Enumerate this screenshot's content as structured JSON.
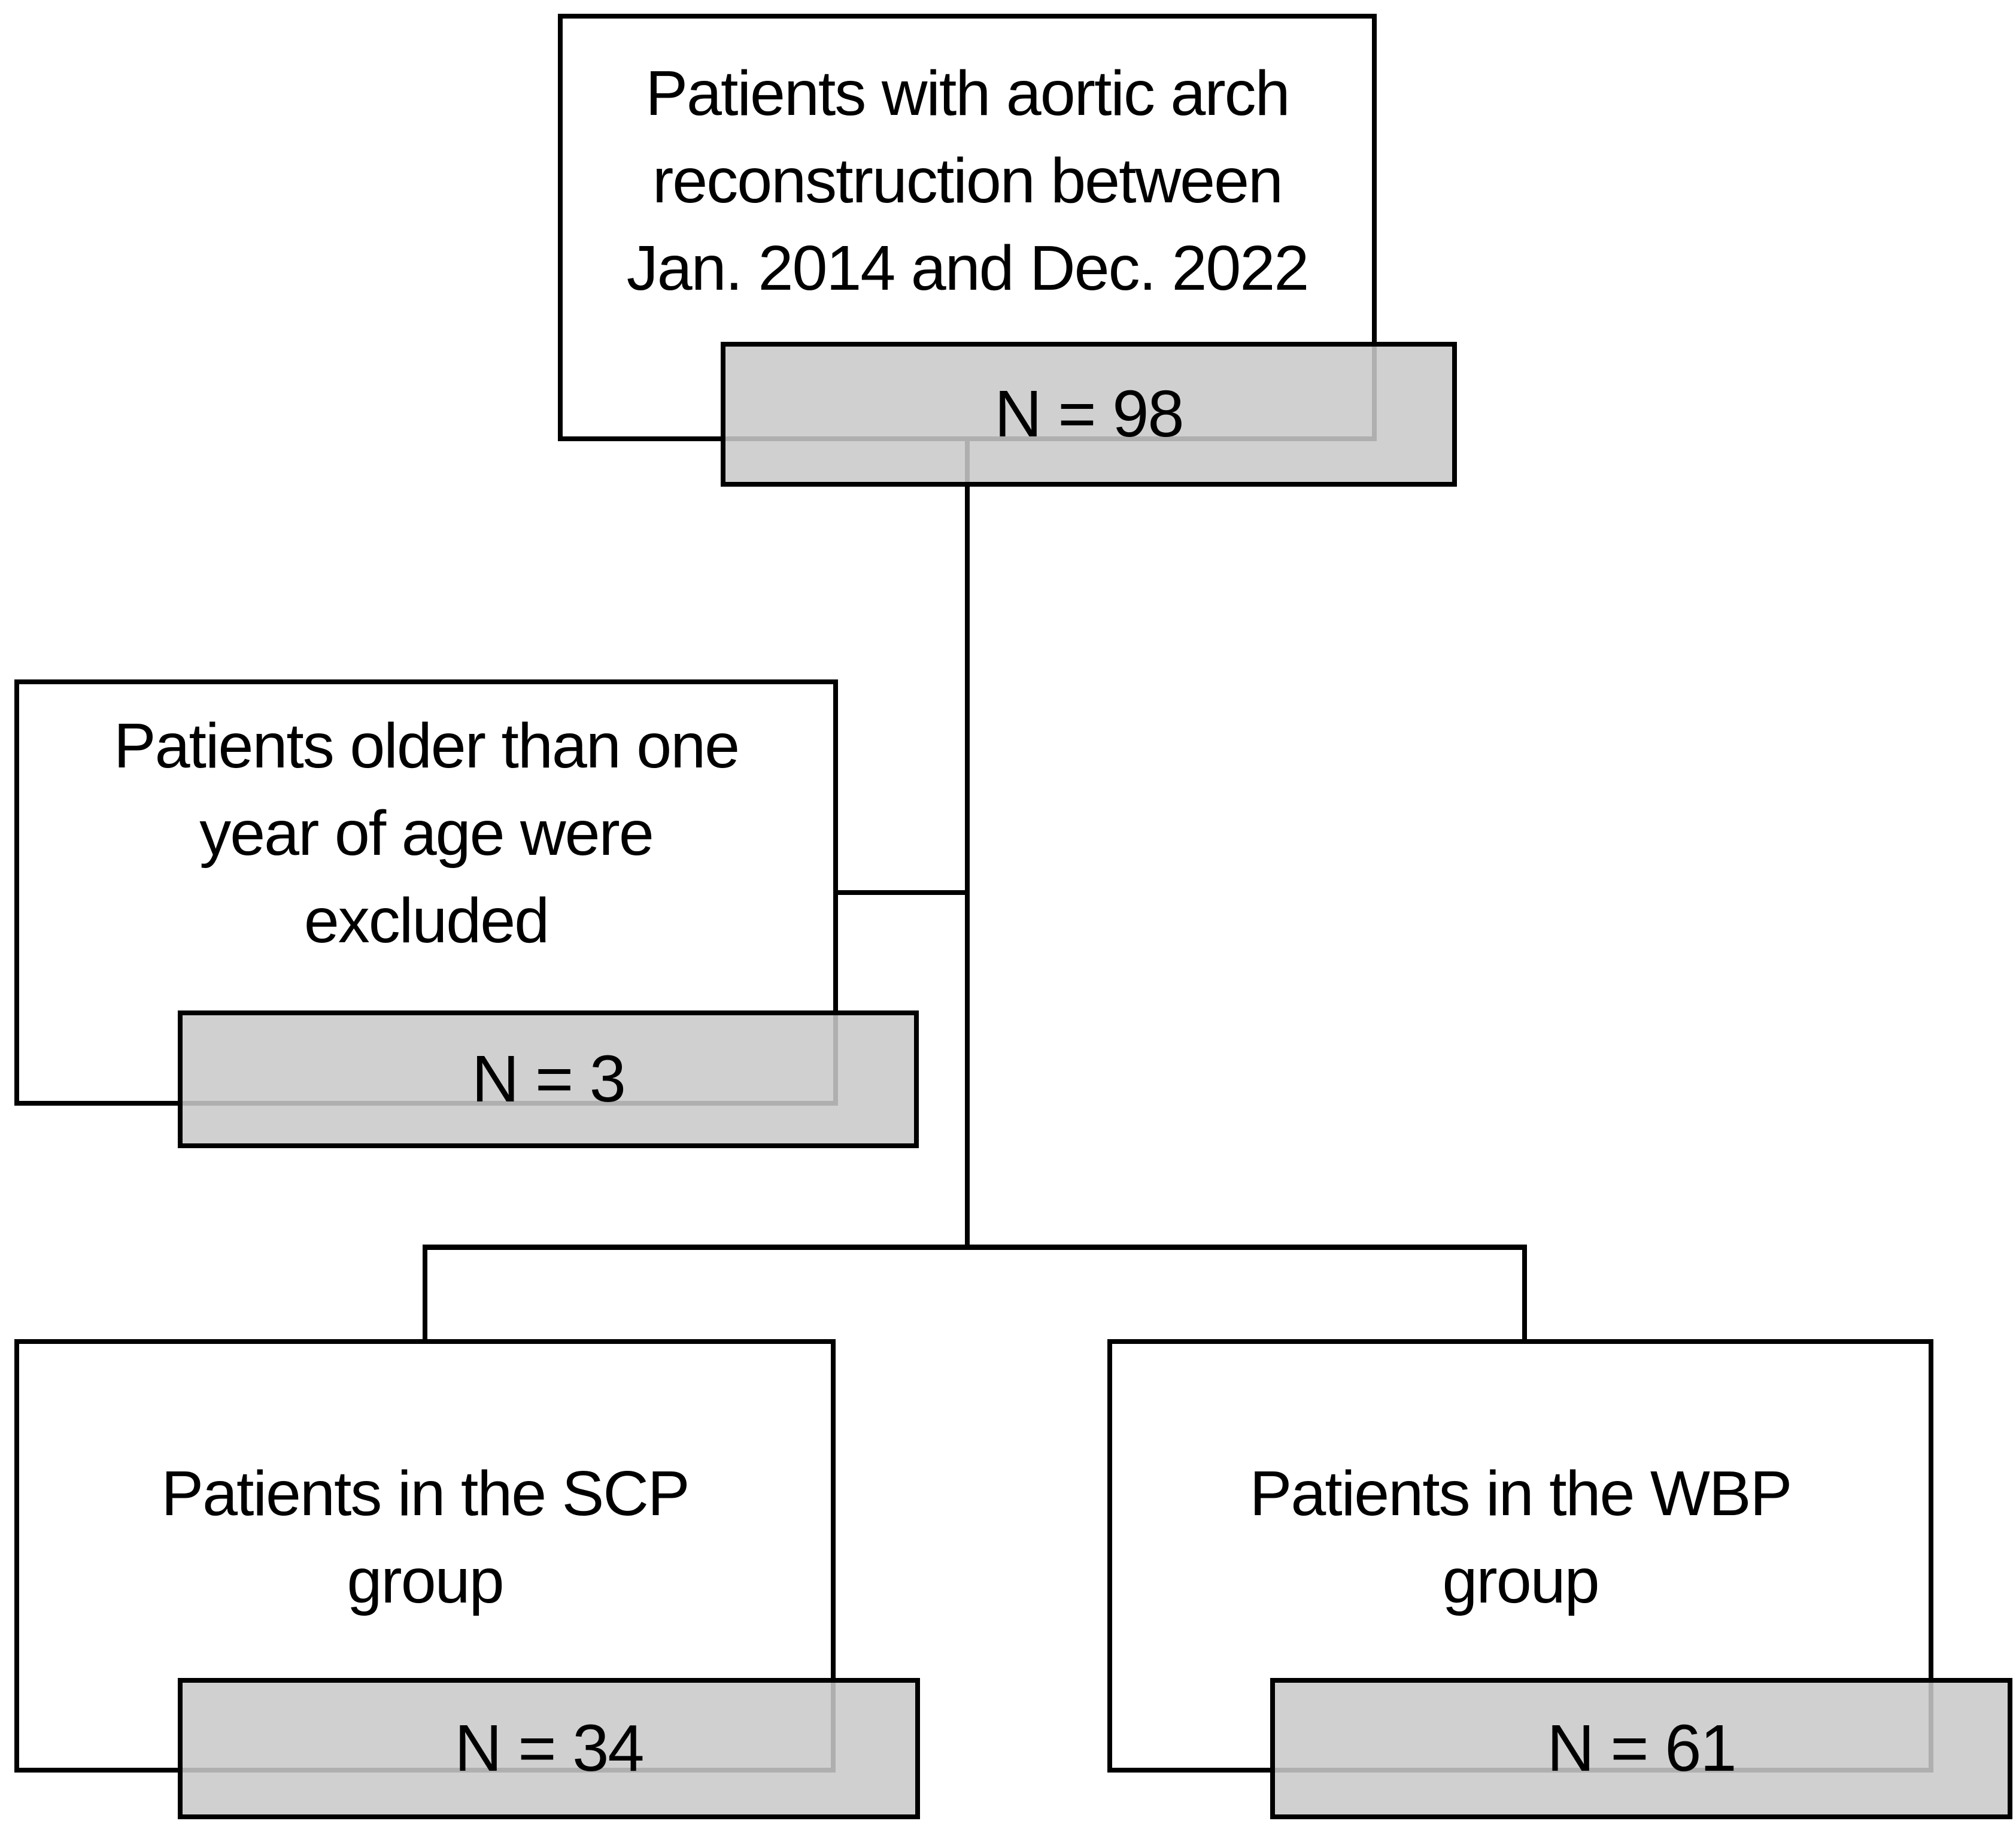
{
  "flowchart": {
    "nodes": {
      "enrollment": {
        "lines": [
          "Patients with aortic arch",
          "reconstruction between",
          "Jan. 2014 and Dec. 2022"
        ],
        "count": "N = 98"
      },
      "excluded": {
        "lines": [
          "Patients older than one",
          "year of age were",
          "excluded"
        ],
        "count": "N = 3"
      },
      "scp": {
        "lines": [
          "Patients in the SCP",
          "group"
        ],
        "count": "N = 34"
      },
      "wbp": {
        "lines": [
          "Patients in the WBP",
          "group"
        ],
        "count": "N = 61"
      }
    },
    "colors": {
      "box_fill": "#ffffff",
      "box_border": "#000000",
      "count_fill": "#d1d1d1",
      "count_fill_rgba": "rgba(201,201,201,0.87)",
      "line": "#000000",
      "text": "#000000"
    }
  }
}
